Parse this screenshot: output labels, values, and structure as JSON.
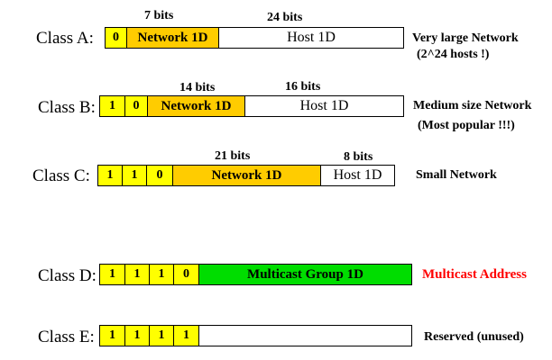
{
  "class_a": {
    "label": "Class A:",
    "bits": [
      "0"
    ],
    "network_id": "Network 1D",
    "network_bits": "7 bits",
    "host_id": "Host 1D",
    "host_bits": "24 bits",
    "description": "Very large Network",
    "note": "(2^24 hosts !)"
  },
  "class_b": {
    "label": "Class B:",
    "bits": [
      "1",
      "0"
    ],
    "network_id": "Network 1D",
    "network_bits": "14 bits",
    "host_id": "Host 1D",
    "host_bits": "16 bits",
    "description": "Medium size Network",
    "note": "(Most popular !!!)"
  },
  "class_c": {
    "label": "Class C:",
    "bits": [
      "1",
      "1",
      "0"
    ],
    "network_id": "Network 1D",
    "network_bits": "21 bits",
    "host_id": "Host 1D",
    "host_bits": "8 bits",
    "description": "Small Network"
  },
  "class_d": {
    "label": "Class D:",
    "bits": [
      "1",
      "1",
      "1",
      "0"
    ],
    "group_id": "Multicast Group 1D",
    "description": "Multicast Address",
    "description_color": "#ff0000",
    "group_color": "#00dd00"
  },
  "class_e": {
    "label": "Class E:",
    "bits": [
      "1",
      "1",
      "1",
      "1"
    ],
    "description": "Reserved (unused)"
  },
  "colors": {
    "bit_fill": "#ffff00",
    "network_fill": "#ffcc00",
    "host_fill": "#ffffff"
  }
}
